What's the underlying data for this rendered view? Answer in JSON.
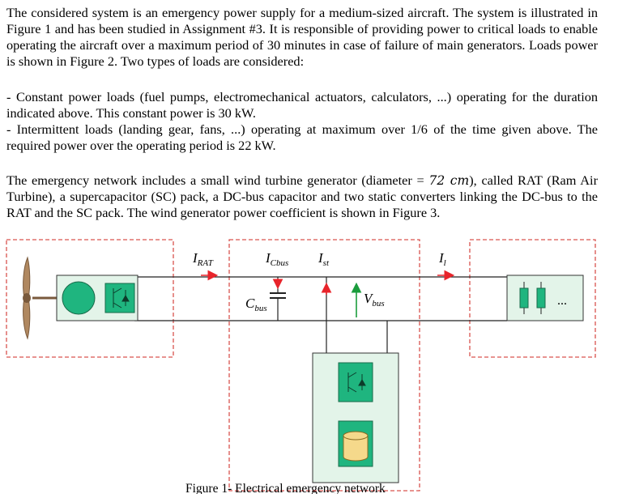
{
  "paragraphs": {
    "intro": "The considered system is an emergency power supply for a medium-sized aircraft. The system is illustrated in Figure 1 and has been studied in Assignment #3. It is responsible of providing power to critical loads to enable operating the aircraft over a maximum period of 30 minutes in case of failure of main generators. Loads power is shown in Figure 2. Two types of loads are considered:",
    "bullet_constant": "- Constant power loads (fuel pumps, electromechanical actuators, calculators, ...) operating for the duration indicated above. This constant power is 30 kW.",
    "bullet_intermittent": "- Intermittent loads (landing gear, fans, ...) operating at maximum over 1/6 of the time given above. The required power over the operating period is 22 kW.",
    "network_pre": "The emergency network includes a small wind turbine generator (diameter = ",
    "network_math": "72 cm",
    "network_post": "), called RAT (Ram Air Turbine), a supercapacitor (SC) pack, a DC-bus capacitor and two static converters linking the DC-bus to the RAT and the SC pack. The wind generator power coefficient is shown in Figure 3."
  },
  "figure": {
    "caption": "Figure 1- Electrical emergency network",
    "labels": {
      "i_rat_main": "I",
      "i_rat_sub": "RAT",
      "i_cbus_main": "I",
      "i_cbus_sub": "Cbus",
      "i_st_main": "I",
      "i_st_sub": "st",
      "i_l_main": "I",
      "i_l_sub": "l",
      "c_bus_main": "C",
      "c_bus_sub": "bus",
      "v_bus_main": "V",
      "v_bus_sub": "bus",
      "ellipsis": "..."
    },
    "colors": {
      "converter_green": "#1fb57f",
      "generator_green": "#1fb57f",
      "box_fill": "#e3f4e9",
      "dashed_red": "#d9534f",
      "arrow_red": "#e8242b",
      "arrow_green": "#1a9c3c",
      "supercap_fill": "#f5d98b",
      "turbine_brown": "#7a5a3c",
      "load_green": "#1fb57f"
    }
  }
}
